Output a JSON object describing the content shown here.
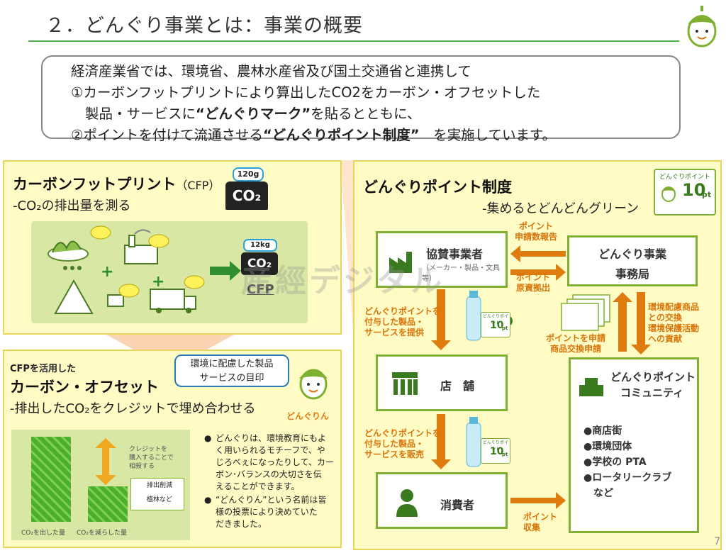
{
  "title": "２．どんぐり事業とは：事業の概要",
  "intro": {
    "line1": "経済産業省では、環境省、農林水産省及び国土交通省と連携して",
    "line2": "①カーボンフットプリントにより算出したCO2をカーボン・オフセットした",
    "line3_pre": "製品・サービスに",
    "line3_bold": "“どんぐりマーク”",
    "line3_post": "を貼るとともに、",
    "line4_pre": "②ポイントを付けて流通させる",
    "line4_bold": "“どんぐりポイント制度”",
    "line4_post": "　を実施しています。"
  },
  "cfp": {
    "heading": "カーボンフットプリント",
    "heading_abbr": "（CFP）",
    "sub": "-CO₂の排出量を測る",
    "weight_big": "120g",
    "co2_big": "CO₂",
    "weight_small": "12kg",
    "co2_small": "CO₂",
    "cfp_label": "CFP",
    "co2_tag": "CO₂",
    "plus": "+"
  },
  "offset": {
    "small": "CFPを活用した",
    "heading": "カーボン・オフセット",
    "sub": "-排出したCO₂をクレジットで埋め合わせる",
    "callout_line1": "環境に配慮した製品",
    "callout_line2": "サービスの目印",
    "mascot_label": "どんぐりん",
    "credit_note_1": "クレジットを",
    "credit_note_2": "購入することで",
    "credit_note_3": "相殺する",
    "legend_1": "排出削減",
    "legend_2": "植林など",
    "axis_1": "CO₂を出した量",
    "axis_2": "CO₂を減らした量",
    "bullets": [
      [
        "どんぐりは、環境教育にもよ",
        "く用いられるモチーフで、や",
        "じろべぇになったりして、カー",
        "ボン･バランスの大切さを伝",
        "えることができます。"
      ],
      [
        "“どんぐりん”という名前は皆",
        "様の投票により決めていた",
        "だきました。"
      ]
    ]
  },
  "point": {
    "heading": "どんぐりポイント制度",
    "sub": "-集めるとどんどんグリーン",
    "badge_top": "どんぐりポイント",
    "badge_value": "10",
    "badge_unit": "pt",
    "nodes": {
      "sponsor": "協賛事業者",
      "sponsor_sub": "（メーカー・製品・文具等）",
      "office_1": "どんぐり事業",
      "office_2": "事務局",
      "store": "店　舗",
      "consumer": "消費者",
      "community_1": "どんぐりポイント",
      "community_2": "コミュニティ"
    },
    "community_items": [
      "●商店街",
      "●環境団体",
      "●学校の PTA",
      "●ロータリークラブ",
      "　など"
    ],
    "labels": {
      "report_1": "ポイント",
      "report_2": "申請数報告",
      "fund_1": "ポイント",
      "fund_2": "原資拠出",
      "provide_1": "どんぐりポイントを",
      "provide_2": "付与した製品・",
      "provide_3": "サービスを提供",
      "sell_1": "どんぐりポイントを",
      "sell_2": "付与した製品・",
      "sell_3": "サービスを販売",
      "apply_1": "ポイントを申請",
      "apply_2": "商品交換申請",
      "exchange_1": "環境配慮商品",
      "exchange_2": "との交換",
      "exchange_3": "環境保護活動",
      "exchange_4": "への貢献",
      "collect_1": "ポイント",
      "collect_2": "収集"
    },
    "bottle_badge_top": "どんぐりポイント",
    "bottle_badge_value": "10",
    "bottle_badge_unit": "pt"
  },
  "watermark": "産經デジタル",
  "page_number": "7",
  "colors": {
    "green": "#7fb031",
    "orange": "#e07b10",
    "panel": "#fffbc4",
    "panel_border": "#e8d55c",
    "dark_green": "#3a7a1e"
  }
}
